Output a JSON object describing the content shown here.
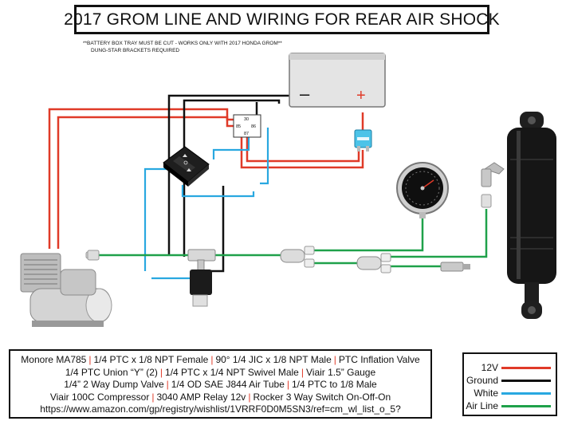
{
  "title": "2017 GROM LINE AND WIRING FOR REAR AIR SHOCK",
  "notes": [
    "**BATTERY BOX TRAY MUST BE CUT - WORKS ONLY WITH 2017 HONDA GROM**",
    "DUNG-STAR BRACKETS REQUIRED"
  ],
  "battery": {
    "negative": "–",
    "positive": "+"
  },
  "relay": {
    "pin_30": "30",
    "pin_85": "85",
    "pin_86": "86",
    "pin_87": "87"
  },
  "parts_list": [
    [
      "Monore MA785",
      "1/4 PTC x 1/8 NPT Female",
      "90° 1/4 JIC x 1/8 NPT Male",
      "PTC Inflation Valve"
    ],
    [
      "1/4 PTC Union “Y” (2)",
      "1/4 PTC x 1/4 NPT Swivel Male",
      "Viair 1.5” Gauge"
    ],
    [
      "1/4” 2 Way Dump Valve",
      "1/4 OD SAE J844 Air Tube",
      "1/4 PTC to 1/8 Male"
    ],
    [
      "Viair 100C Compressor",
      "3040 AMP Relay 12v",
      "Rocker 3 Way Switch On-Off-On"
    ],
    [
      "https://www.amazon.com/gp/registry/wishlist/1VRRF0D0M5SN3/ref=cm_wl_list_o_5?"
    ]
  ],
  "legend": [
    {
      "label": "12V",
      "color": "#e03a28"
    },
    {
      "label": "Ground",
      "color": "#111111"
    },
    {
      "label": "White",
      "color": "#29a8e0"
    },
    {
      "label": "Air Line",
      "color": "#1fa14a"
    }
  ],
  "colors": {
    "wire_12v": "#e03a28",
    "wire_ground": "#111111",
    "wire_white": "#29a8e0",
    "air_line": "#1fa14a",
    "battery_body": "#e4e4e4",
    "fuse": "#4cc3e8",
    "shock_body": "#161616",
    "chrome": "#c8c8c8"
  },
  "icons": [
    "battery-icon",
    "relay-icon",
    "fuse-icon",
    "rocker-switch-icon",
    "compressor-icon",
    "dump-valve-icon",
    "gauge-icon",
    "y-union-icon",
    "inflation-valve-icon",
    "air-shock-icon"
  ]
}
